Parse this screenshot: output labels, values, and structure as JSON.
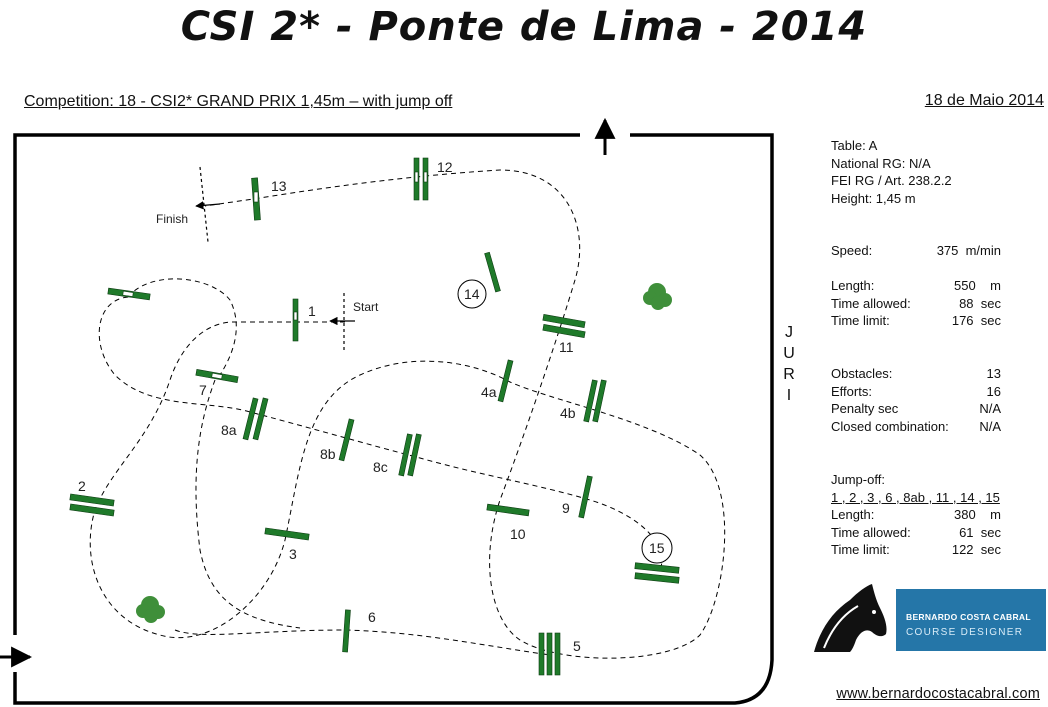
{
  "title": "CSI 2* - Ponte de Lima - 2014",
  "competition": "Competition: 18 - CSI2* GRAND PRIX 1,45m – with jump off",
  "date": "18 de Maio 2014",
  "info": {
    "table": "Table: A",
    "national_rg": "National RG: N/A",
    "fei_rg": "FEI RG / Art. 238.2.2",
    "height": "Height: 1,45  m",
    "speed_label": "Speed:",
    "speed_value": "375  m/min",
    "length_label": "Length:",
    "length_value": "550    m",
    "time_allowed_label": "Time allowed:",
    "time_allowed_value": "88  sec",
    "time_limit_label": "Time limit:",
    "time_limit_value": "176  sec",
    "obstacles_label": "Obstacles:",
    "obstacles_value": "13",
    "efforts_label": "Efforts:",
    "efforts_value": "16",
    "penalty_label": "Penalty sec",
    "penalty_value": "N/A",
    "closed_label": "Closed combination:",
    "closed_value": "N/A",
    "jumpoff_label": "Jump-off:",
    "jumpoff_sequence": "1 , 2 , 3 , 6 , 8ab , 11 , 14 , 15",
    "jo_length_label": "Length:",
    "jo_length_value": "380    m",
    "jo_time_allowed_label": "Time allowed:",
    "jo_time_allowed_value": "61  sec",
    "jo_time_limit_label": "Time limit:",
    "jo_time_limit_value": "122  sec"
  },
  "jury": [
    "J",
    "U",
    "R",
    "I"
  ],
  "logo": {
    "name": "BERNARDO COSTA CABRAL",
    "role": "COURSE DESIGNER"
  },
  "url": "www.bernardocostacabral.com",
  "course": {
    "start_label": "Start",
    "finish_label": "Finish",
    "obstacle_labels": [
      "1",
      "2",
      "3",
      "4a",
      "4b",
      "5",
      "6",
      "7",
      "8a",
      "8b",
      "8c",
      "9",
      "10",
      "11",
      "12",
      "13",
      "14",
      "15"
    ]
  },
  "colors": {
    "fence_green": "#1f7a2a",
    "tree_green": "#3f8f3a",
    "logo_blue": "#2576a8"
  }
}
